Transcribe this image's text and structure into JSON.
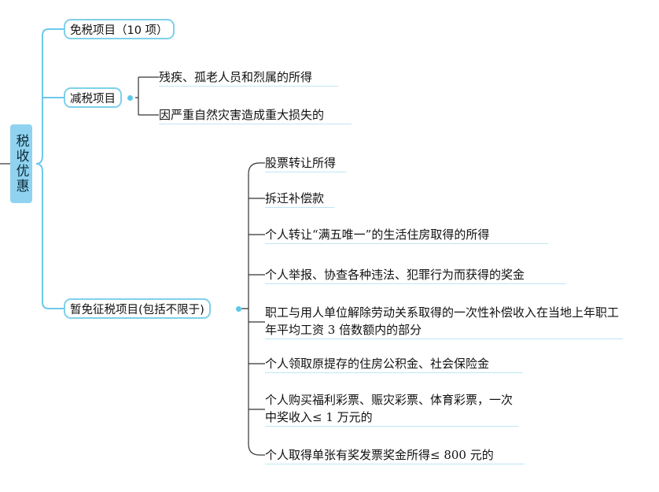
{
  "root": {
    "label": "税收优惠"
  },
  "categories": [
    {
      "label": "免税项目（10 项）",
      "items": []
    },
    {
      "label": "减税项目",
      "items": [
        "残疾、孤老人员和烈属的所得",
        "因严重自然灾害造成重大损失的"
      ]
    },
    {
      "label": "暂免征税项目(包括不限于)",
      "items": [
        "股票转让所得",
        "拆迁补偿款",
        "个人转让“满五唯一”的生活住房取得的所得",
        "个人举报、协查各种违法、犯罪行为而获得的奖金",
        "职工与用人单位解除劳动关系取得的一次性补偿收入在当地上年职工年平均工资 3 倍数额内的部分",
        "个人领取原提存的住房公积金、社会保险金",
        "个人购买福利彩票、赈灾彩票、体育彩票，一次中奖收入≤ 1 万元的",
        "个人取得单张有奖发票奖金所得≤ 800 元的"
      ]
    }
  ]
}
